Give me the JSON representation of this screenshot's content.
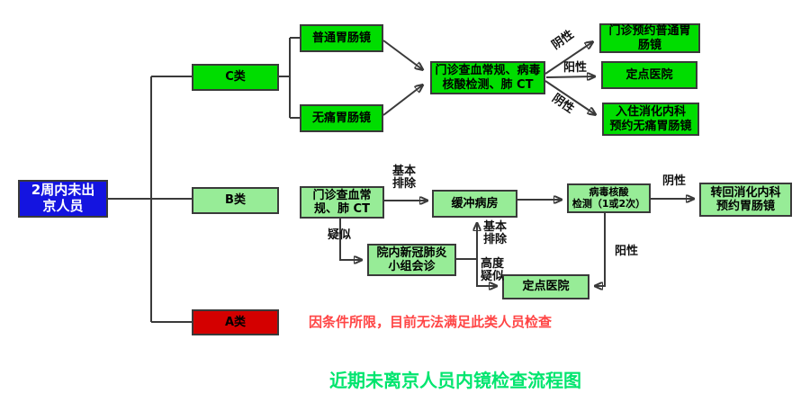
{
  "title": {
    "text": "近期未离京人员内镜检查流程图"
  },
  "note": {
    "text": "因条件所限，目前无法满足此类人员检查"
  },
  "nodes": {
    "start": {
      "label": "2周内未出\n京人员"
    },
    "cat_c": {
      "label": "C类"
    },
    "putong": {
      "label": "普通胃肠镜"
    },
    "wutong": {
      "label": "无痛胃肠镜"
    },
    "menzhen_c": {
      "label": "门诊查血常规、病毒\n核酸检测、肺 CT"
    },
    "out1": {
      "label": "门诊预约普通胃\n肠镜"
    },
    "out2": {
      "label": "定点医院"
    },
    "out3": {
      "label": "入住消化内科\n预约无痛胃肠镜"
    },
    "cat_b": {
      "label": "B类"
    },
    "menzhen_b": {
      "label": "门诊查血常\n规、肺 CT"
    },
    "huanchong": {
      "label": "缓冲病房"
    },
    "huiyuan": {
      "label": "院内新冠肺炎\n小组会诊"
    },
    "hesuan": {
      "label": "病毒核酸\n检测（1或2次）"
    },
    "zhuanhui": {
      "label": "转回消化内科\n预约胃肠镜"
    },
    "dingdian_b": {
      "label": "定点医院"
    },
    "cat_a": {
      "label": "A类"
    }
  },
  "labels": {
    "jiben1": "基本\n排除",
    "yin_top": "阴性",
    "yang_c": "阳性",
    "yin_bot": "阴性",
    "yisi": "疑似",
    "jiben2": "基本\n排除",
    "gaodu": "高度\n疑似",
    "yang_b": "阳性",
    "yin_b": "阴性"
  },
  "colors": {
    "bright_green": "#00DD00",
    "light_green": "#97EC97",
    "blue": "#1414E0",
    "red_box": "#D40000",
    "red_note": "#FF4545",
    "title_green": "#00E56E",
    "line": "#3A3A3A"
  }
}
